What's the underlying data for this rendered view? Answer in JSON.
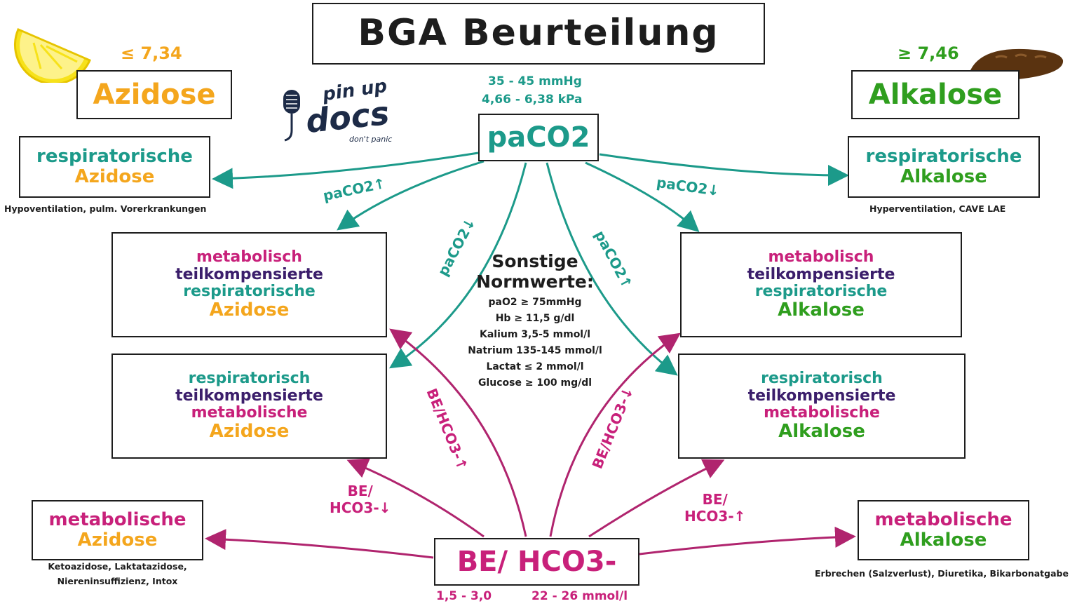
{
  "title": "BGA Beurteilung",
  "colors": {
    "teal": "#1c9a8a",
    "orange": "#f4a61d",
    "green": "#2f9e1e",
    "magenta": "#c8207a",
    "purple": "#3b1e6b",
    "dark": "#1d1d1d",
    "lemon": "#f7e21a",
    "bread": "#5a3310"
  },
  "logo": {
    "line1": "pin up",
    "line2": "docs",
    "line3": "don't panic"
  },
  "azidose": {
    "threshold": "≤ 7,34",
    "label": "Azidose"
  },
  "alkalose": {
    "threshold": "≥ 7,46",
    "label": "Alkalose"
  },
  "paco2": {
    "label": "paCO2",
    "range_mmhg": "35 - 45 mmHg",
    "range_kpa": "4,66 - 6,38 kPa"
  },
  "be_hco3": {
    "label": "BE/ HCO3-",
    "range_be": "1,5 - 3,0",
    "range_hco3": "22 - 26 mmol/l"
  },
  "resp_azidose": {
    "line1": "respiratorische",
    "line2": "Azidose",
    "note": "Hypoventilation, pulm. Vorerkrankungen"
  },
  "resp_alkalose": {
    "line1": "respiratorische",
    "line2": "Alkalose",
    "note": "Hyperventilation, CAVE LAE"
  },
  "met_teilkomp_resp_azidose": {
    "line1": "metabolisch",
    "line2": "teilkompensierte",
    "line3": "respiratorische",
    "line4": "Azidose"
  },
  "met_teilkomp_resp_alkalose": {
    "line1": "metabolisch",
    "line2": "teilkompensierte",
    "line3": "respiratorische",
    "line4": "Alkalose"
  },
  "resp_teilkomp_met_azidose": {
    "line1": "respiratorisch",
    "line2": "teilkompensierte",
    "line3": "metabolische",
    "line4": "Azidose"
  },
  "resp_teilkomp_met_alkalose": {
    "line1": "respiratorisch",
    "line2": "teilkompensierte",
    "line3": "metabolische",
    "line4": "Alkalose"
  },
  "met_azidose": {
    "line1": "metabolische",
    "line2": "Azidose",
    "note1": "Ketoazidose, Laktatazidose,",
    "note2": "Niereninsuffizienz, Intox"
  },
  "met_alkalose": {
    "line1": "metabolische",
    "line2": "Alkalose",
    "note": "Erbrechen (Salzverlust), Diuretika, Bikarbonatgabe"
  },
  "arrow_labels": {
    "paco2_up_left": "paCO2↑",
    "paco2_down_right": "paCO2↓",
    "paco2_down_diag": "paCO2↓",
    "paco2_up_diag": "paCO2↑",
    "be_up_diag": "BE/HCO3-↑",
    "be_down_diag": "BE/HCO3-↓",
    "be_down_left_1": "BE/",
    "be_down_left_2": "HCO3-↓",
    "be_up_right_1": "BE/",
    "be_up_right_2": "HCO3-↑"
  },
  "sonstige": {
    "title1": "Sonstige",
    "title2": "Normwerte:",
    "items": [
      "paO2 ≥ 75mmHg",
      "Hb ≥ 11,5 g/dl",
      "Kalium 3,5-5 mmol/l",
      "Natrium 135-145 mmol/l",
      "Lactat ≤ 2 mmol/l",
      "Glucose ≥ 100 mg/dl"
    ]
  }
}
